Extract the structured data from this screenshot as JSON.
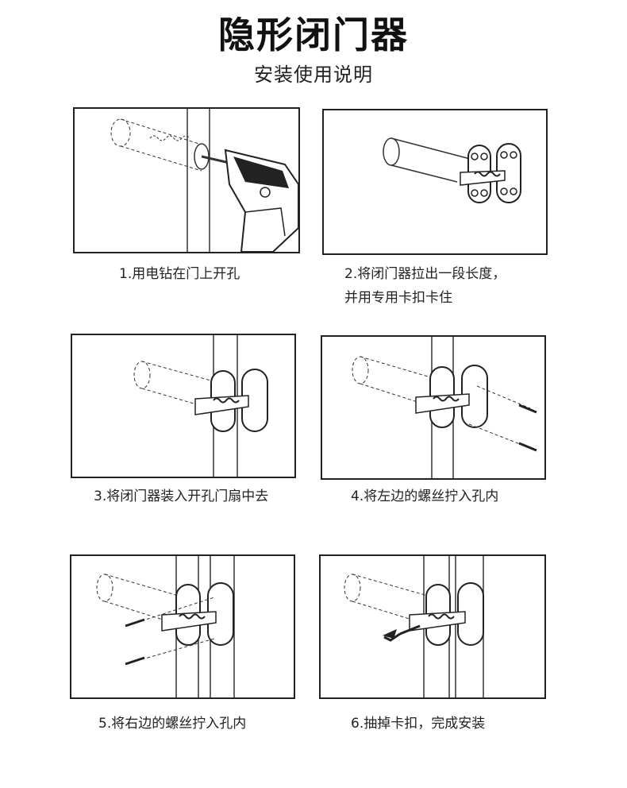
{
  "header": {
    "title": "隐形闭门器",
    "subtitle": "安装使用说明"
  },
  "steps": [
    {
      "line1": "1.用电钻在门上开孔",
      "line2": ""
    },
    {
      "line1": "2.将闭门器拉出一段长度，",
      "line2": "并用专用卡扣卡住"
    },
    {
      "line1": "3.将闭门器装入开孔门扇中去",
      "line2": ""
    },
    {
      "line1": "4.将左边的螺丝拧入孔内",
      "line2": ""
    },
    {
      "line1": "5.将右边的螺丝拧入孔内",
      "line2": ""
    },
    {
      "line1": "6.抽掉卡扣，完成安装",
      "line2": ""
    }
  ]
}
